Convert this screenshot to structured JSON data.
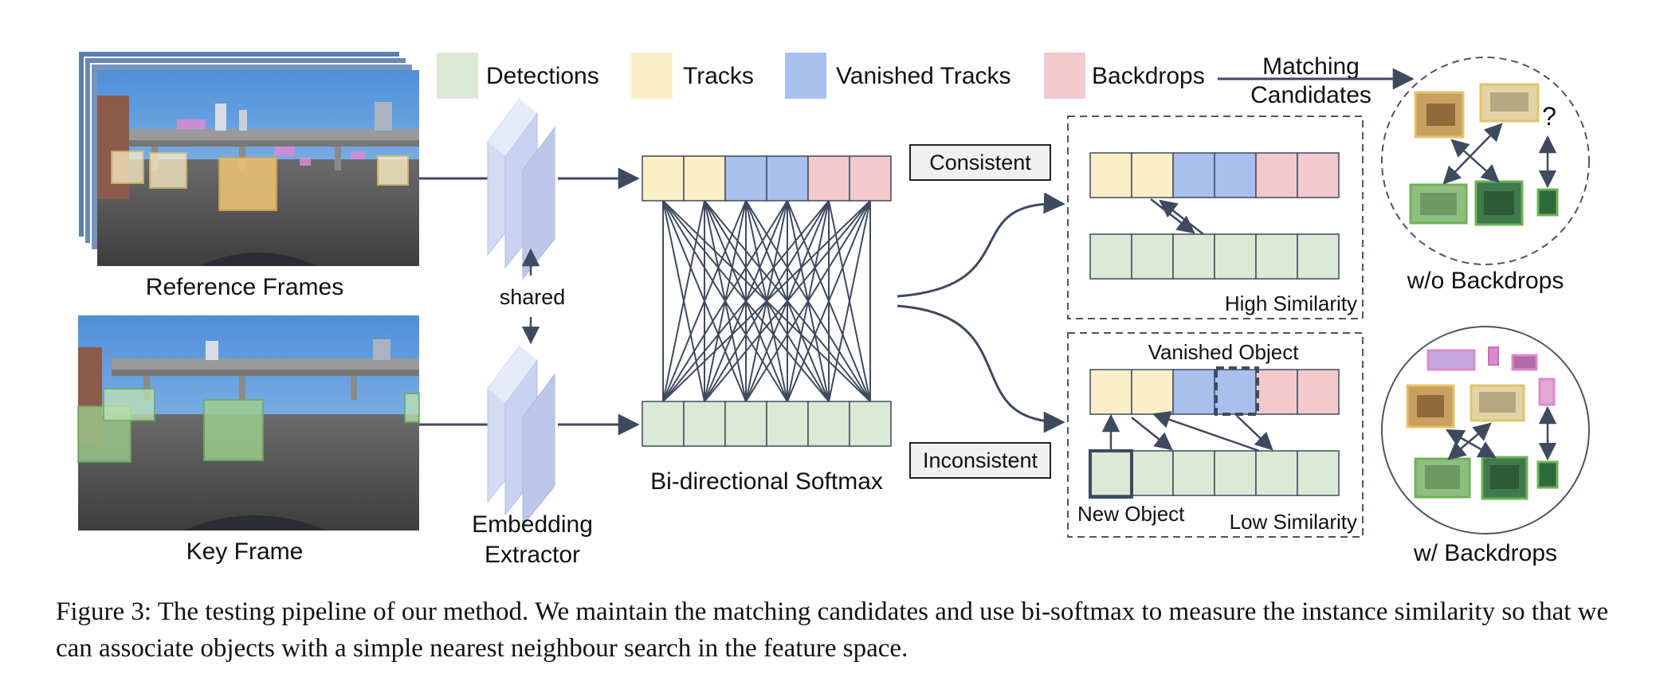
{
  "legend": {
    "detections": "Detections",
    "tracks": "Tracks",
    "vanished_tracks": "Vanished Tracks",
    "backdrops": "Backdrops"
  },
  "colors": {
    "detection": "#dbe9d6",
    "track": "#fcefc7",
    "vanished": "#a9c0ee",
    "backdrop": "#f2c9cd",
    "line": "#3e4a5e",
    "dashed_border": "#4b5568",
    "extractor": "#c9d2ef"
  },
  "labels": {
    "matching_candidates_1": "Matching",
    "matching_candidates_2": "Candidates",
    "reference_frames": "Reference Frames",
    "key_frame": "Key Frame",
    "shared": "shared",
    "embedding_extractor_1": "Embedding",
    "embedding_extractor_2": "Extractor",
    "bi_softmax": "Bi-directional Softmax",
    "consistent": "Consistent",
    "inconsistent": "Inconsistent",
    "high_similarity": "High Similarity",
    "low_similarity": "Low Similarity",
    "vanished_object": "Vanished Object",
    "new_object": "New Object",
    "wo_backdrops": "w/o Backdrops",
    "w_backdrops": "w/ Backdrops",
    "question": "?"
  },
  "rows": {
    "top": [
      "track",
      "track",
      "vanished",
      "vanished",
      "backdrop",
      "backdrop"
    ],
    "bottom": [
      "detection",
      "detection",
      "detection",
      "detection",
      "detection",
      "detection"
    ]
  },
  "caption": "Figure 3: The testing pipeline of our method. We maintain the matching candidates and use bi-softmax to measure the instance similarity so that we can associate objects with a simple nearest neighbour search in the feature space."
}
